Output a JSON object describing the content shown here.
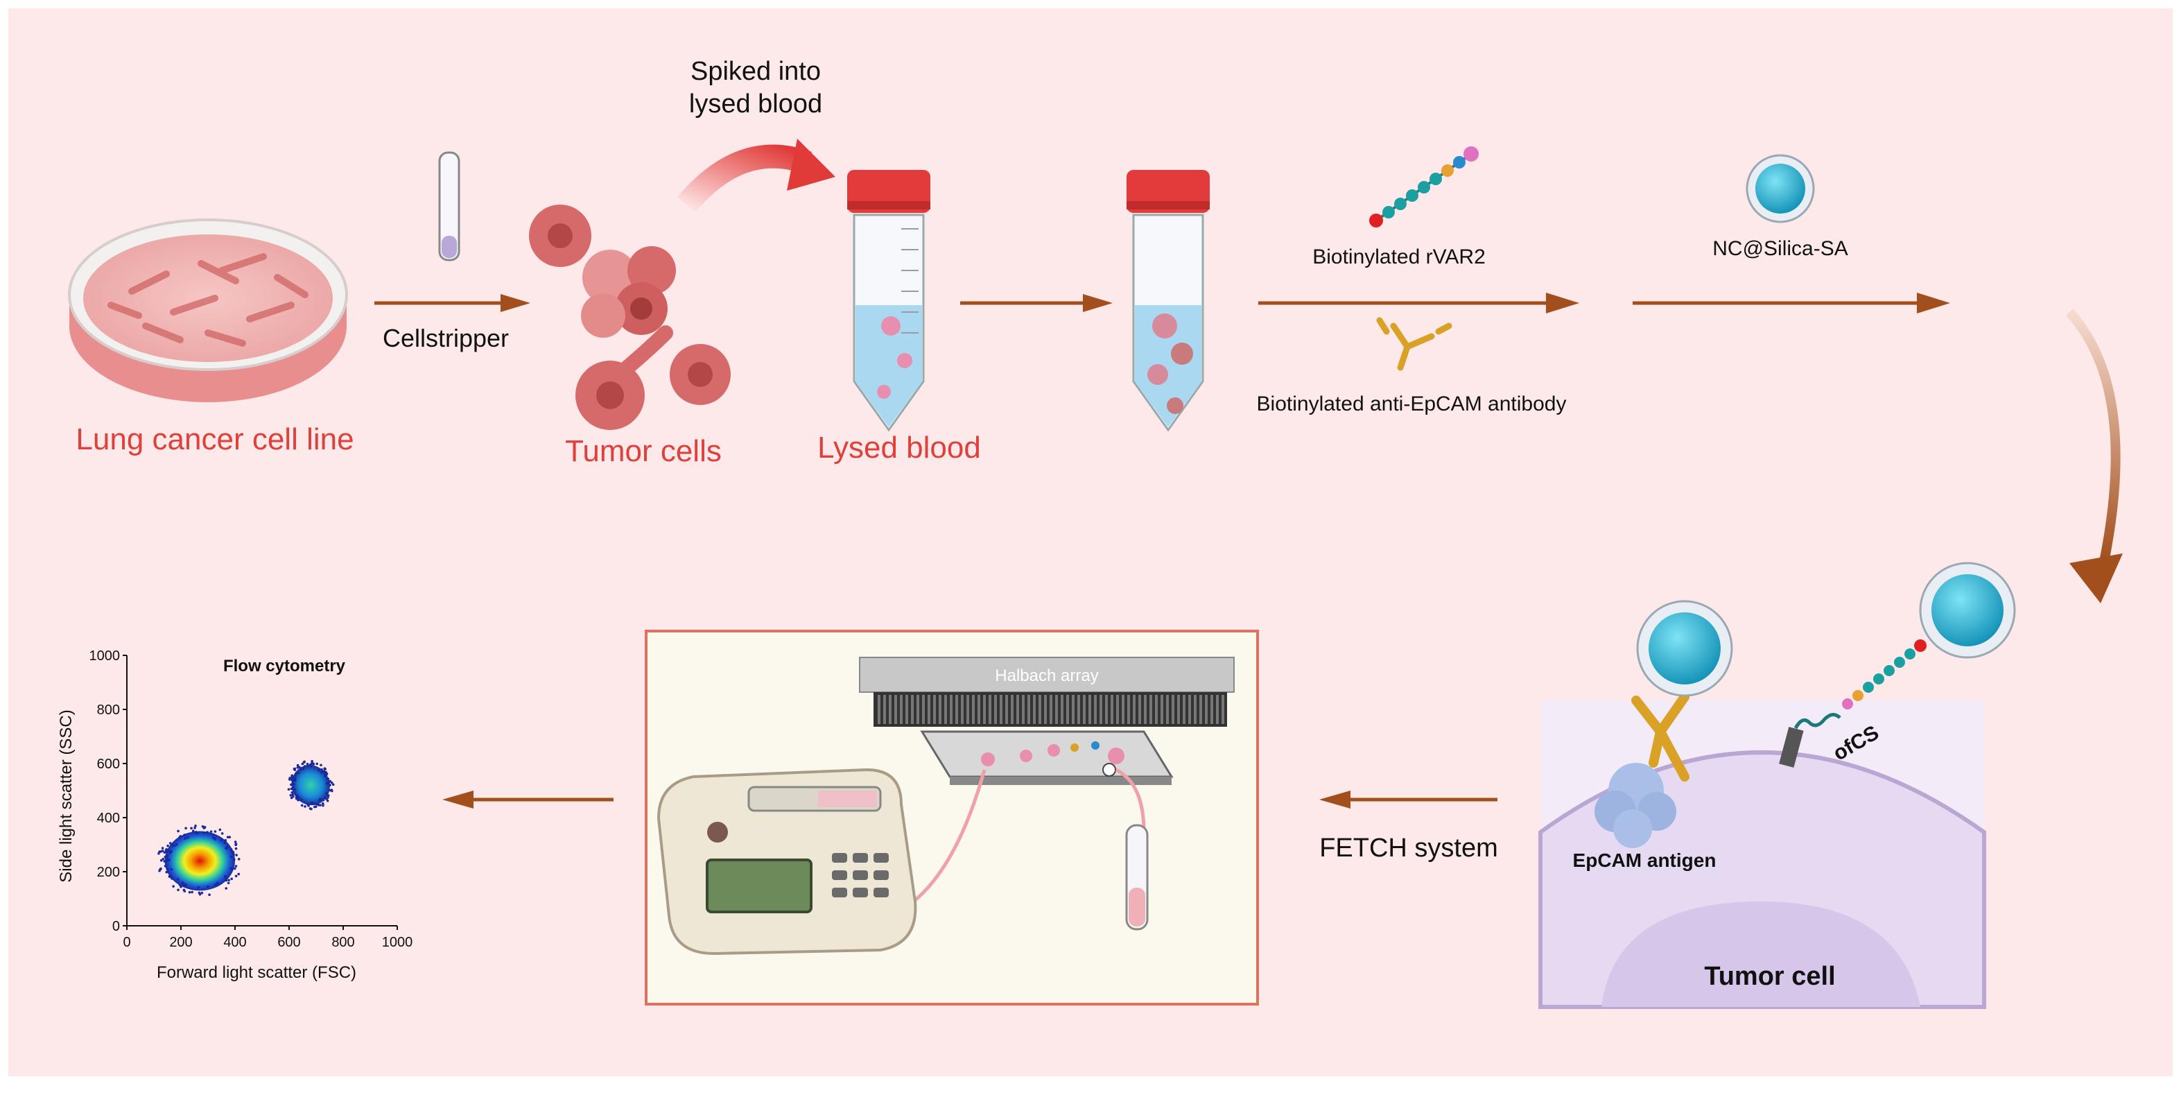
{
  "colors": {
    "panel": "#fde9e9",
    "red_label": "#e0403a",
    "arrow": "#a24f1d",
    "halbach_border": "#e07060",
    "bead": "#1aa8c8",
    "antibody": "#d9a227",
    "cell": "#e8dcf0"
  },
  "labels": {
    "lung_cancer": "Lung cancer cell line",
    "cellstripper": "Cellstripper",
    "tumor_cells": "Tumor cells",
    "spiked_line1": "Spiked into",
    "spiked_line2": "lysed blood",
    "lysed_blood": "Lysed blood",
    "rvar2": "Biotinylated rVAR2",
    "anti_epcam": "Biotinylated anti-EpCAM antibody",
    "nc_silica": "NC@Silica-SA",
    "ofcs": "ofCS",
    "epcam_antigen": "EpCAM antigen",
    "tumor_cell": "Tumor cell",
    "fetch_system": "FETCH system",
    "halbach_array": "Halbach array"
  },
  "icons": [
    "petri-dish-icon",
    "tube-icon",
    "tumor-cell-icon",
    "conical-tube-icon",
    "peptide-chain-icon",
    "antibody-icon",
    "nanoparticle-icon",
    "syringe-pump-icon",
    "magnet-array-icon"
  ],
  "chart_data": {
    "type": "scatter",
    "title": "Flow cytometry",
    "xlabel": "Forward light scatter (FSC)",
    "ylabel": "Side light scatter (SSC)",
    "xlim": [
      0,
      1000
    ],
    "ylim": [
      0,
      1000
    ],
    "xticks": [
      "0",
      "200",
      "400",
      "600",
      "800",
      "1000"
    ],
    "yticks": [
      "0",
      "200",
      "400",
      "600",
      "800",
      "1000"
    ],
    "grid": false,
    "clusters": [
      {
        "center": [
          270,
          240
        ],
        "spread": [
          130,
          110
        ]
      },
      {
        "center": [
          680,
          520
        ],
        "spread": [
          70,
          75
        ]
      }
    ]
  }
}
